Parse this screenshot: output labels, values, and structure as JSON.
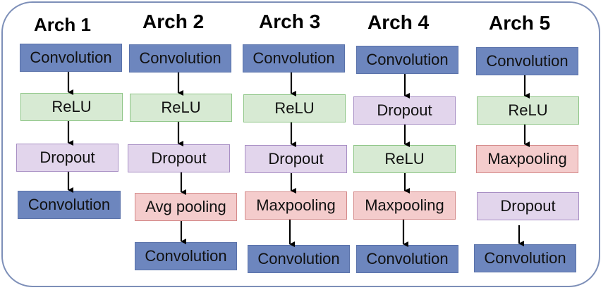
{
  "columns": [
    {
      "title": "Arch 1",
      "blocks": [
        {
          "label": "Convolution",
          "type": "conv"
        },
        {
          "label": "ReLU",
          "type": "relu"
        },
        {
          "label": "Dropout",
          "type": "drop"
        },
        {
          "label": "Convolution",
          "type": "conv"
        }
      ]
    },
    {
      "title": "Arch 2",
      "blocks": [
        {
          "label": "Convolution",
          "type": "conv"
        },
        {
          "label": "ReLU",
          "type": "relu"
        },
        {
          "label": "Dropout",
          "type": "drop"
        },
        {
          "label": "Avg pooling",
          "type": "pool"
        },
        {
          "label": "Convolution",
          "type": "conv"
        }
      ]
    },
    {
      "title": "Arch 3",
      "blocks": [
        {
          "label": "Convolution",
          "type": "conv"
        },
        {
          "label": "ReLU",
          "type": "relu"
        },
        {
          "label": "Dropout",
          "type": "drop"
        },
        {
          "label": "Maxpooling",
          "type": "pool"
        },
        {
          "label": "Convolution",
          "type": "conv"
        }
      ]
    },
    {
      "title": "Arch 4",
      "blocks": [
        {
          "label": "Convolution",
          "type": "conv"
        },
        {
          "label": "Dropout",
          "type": "drop"
        },
        {
          "label": "ReLU",
          "type": "relu"
        },
        {
          "label": "Maxpooling",
          "type": "pool"
        },
        {
          "label": "Convolution",
          "type": "conv"
        }
      ]
    },
    {
      "title": "Arch 5",
      "blocks": [
        {
          "label": "Convolution",
          "type": "conv"
        },
        {
          "label": "ReLU",
          "type": "relu"
        },
        {
          "label": "Maxpooling",
          "type": "pool"
        },
        {
          "label": "Dropout",
          "type": "drop"
        },
        {
          "label": "Convolution",
          "type": "conv"
        }
      ]
    }
  ],
  "colors": {
    "conv": "#6d86be",
    "relu": "#d7ead3",
    "dropout": "#e2d5ec",
    "pooling": "#f4cccc",
    "frame": "#7d8fb8"
  }
}
